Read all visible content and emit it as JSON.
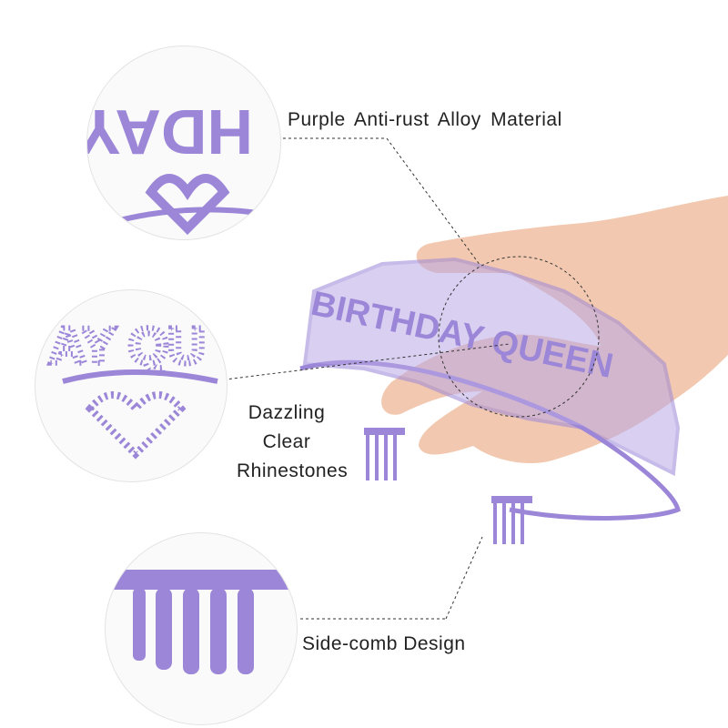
{
  "labels": {
    "material": "Purple Anti-rust Alloy Material",
    "rhinestones_line1": "Dazzling",
    "rhinestones_line2": "Clear",
    "rhinestones_line3": "Rhinestones",
    "comb": "Side-comb Design"
  },
  "tiara_text": "BIRTHDAY QUEEN",
  "colors": {
    "purple": "#9b86d8",
    "skin": "#f2c9b0",
    "dash": "#333333"
  }
}
